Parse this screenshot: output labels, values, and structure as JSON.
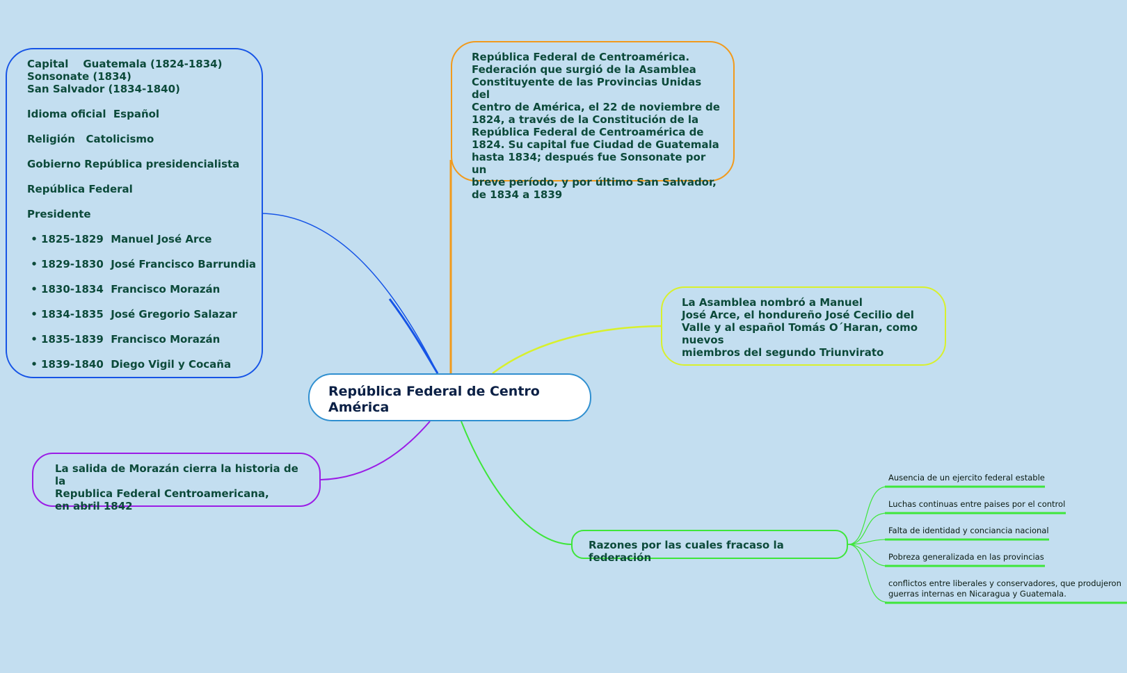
{
  "colors": {
    "background": "#c3def0",
    "info_branch": "#1654e6",
    "description_branch": "#f19a1c",
    "asamblea_branch": "#d8f02c",
    "salida_branch": "#9b1de6",
    "razones_branch": "#3ee63a",
    "central_border": "#2f8fd0",
    "text": "#0c4a3a"
  },
  "central_topic": "República Federal de Centro\nAmérica",
  "info_box": {
    "lines": [
      "Capital    Guatemala (1824-1834)",
      "Sonsonate (1834)",
      "San Salvador (1834-1840)",
      "",
      "Idioma oficial  Español",
      "",
      "Religión   Catolicismo",
      "",
      "Gobierno República presidencialista",
      "",
      "República Federal",
      "",
      "Presidente",
      "",
      " • 1825-1829  Manuel José Arce",
      "",
      " • 1829-1830  José Francisco Barrundia",
      "",
      " • 1830-1834  Francisco Morazán",
      "",
      " • 1834-1835  José Gregorio Salazar",
      "",
      " • 1835-1839  Francisco Morazán",
      "",
      " • 1839-1840  Diego Vigil y Cocaña"
    ]
  },
  "description": "República Federal de Centroamérica.\nFederación que surgió de la Asamblea\nConstituyente de las Provincias Unidas del\nCentro de América, el 22 de noviembre de\n1824, a través de la Constitución de la\nRepública Federal de Centroamérica de\n1824. Su capital fue Ciudad de Guatemala\nhasta 1834; después fue Sonsonate por un\nbreve período, y por último San Salvador,\nde 1834 a 1839",
  "asamblea": "La Asamblea nombró a Manuel\nJosé Arce, el hondureño José Cecilio del\nValle y al español Tomás O´Haran, como\nnuevos\nmiembros del segundo Triunvirato",
  "salida": "La salida de Morazán cierra la historia de la\nRepublica Federal Centroamericana,\nen abril 1842",
  "razones": {
    "title": "Razones por las cuales fracaso la federación",
    "items": [
      "Ausencia de un ejercito federal estable",
      "Luchas continuas entre paises por el control",
      "Falta de identidad y conciancia nacional",
      "Pobreza generalizada en las provincias",
      "conflictos entre liberales y conservadores, que produjeron\nguerras internas en Nicaragua y Guatemala."
    ]
  }
}
